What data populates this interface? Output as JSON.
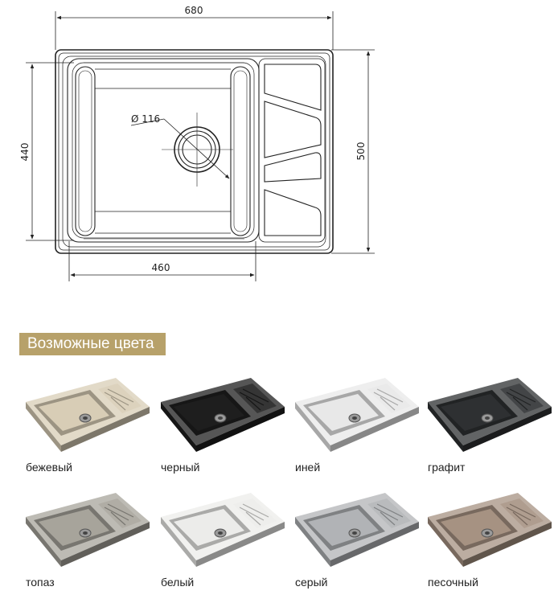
{
  "drawing": {
    "dim_top": "680",
    "dim_left": "440",
    "dim_right": "500",
    "dim_bottom": "460",
    "drain_label": "Ø 116"
  },
  "colors_section": {
    "title": "Возможные цвета",
    "accent": "#b7a16a",
    "swatches": [
      {
        "name": "бежевый",
        "color": "#d8cdb6"
      },
      {
        "name": "черный",
        "color": "#1e1e1e"
      },
      {
        "name": "иней",
        "color": "#e8e8e8"
      },
      {
        "name": "графит",
        "color": "#2e3032"
      },
      {
        "name": "топаз",
        "color": "#a7a49b"
      },
      {
        "name": "белый",
        "color": "#ececea"
      },
      {
        "name": "серый",
        "color": "#b1b3b6"
      },
      {
        "name": "песочный",
        "color": "#a69282"
      }
    ]
  }
}
